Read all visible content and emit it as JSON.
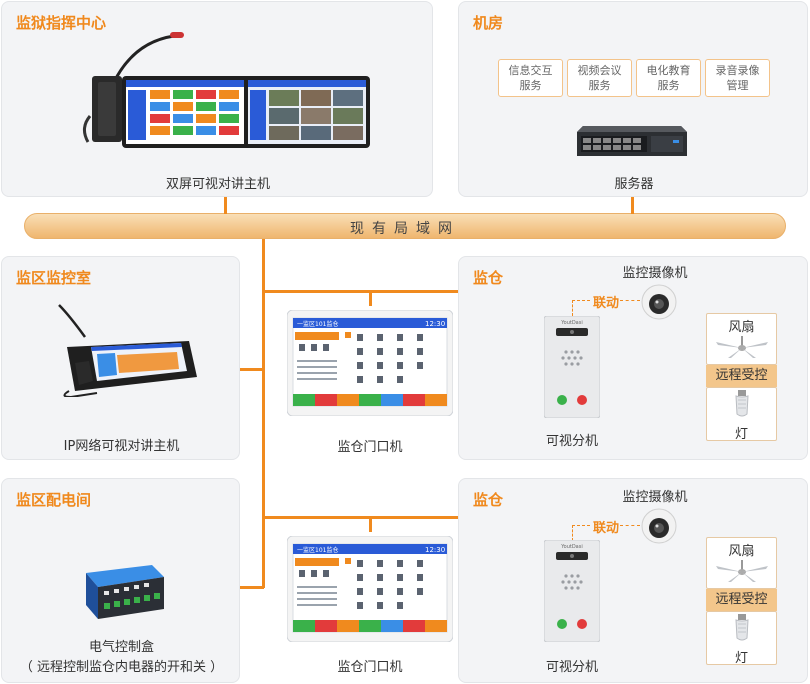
{
  "bus": {
    "label": "现有局域网"
  },
  "command_center": {
    "title": "监狱指挥中心",
    "device_caption": "双屏可视对讲主机"
  },
  "machine_room": {
    "title": "机房",
    "services": [
      {
        "line1": "信息交互",
        "line2": "服务"
      },
      {
        "line1": "视频会议",
        "line2": "服务"
      },
      {
        "line1": "电化教育",
        "line2": "服务"
      },
      {
        "line1": "录音录像",
        "line2": "管理"
      }
    ],
    "server_caption": "服务器"
  },
  "monitor_room": {
    "title": "监区监控室",
    "device_caption": "IP网络可视对讲主机"
  },
  "power_room": {
    "title": "监区配电间",
    "device_caption_line1": "电气控制盒",
    "device_caption_line2": "（ 远程控制监仓内电器的开和关 ）"
  },
  "door_terminal_caption": "监仓门口机",
  "door_screen": {
    "header": "一监区101监仓",
    "time": "12:30"
  },
  "cells": [
    {
      "title": "监仓",
      "camera_caption": "监控摄像机",
      "link_label": "联动",
      "intercom_caption": "可视分机",
      "fan_label": "风扇",
      "remote_label": "远程受控",
      "lamp_label": "灯"
    },
    {
      "title": "监仓",
      "camera_caption": "监控摄像机",
      "link_label": "联动",
      "intercom_caption": "可视分机",
      "fan_label": "风扇",
      "remote_label": "远程受控",
      "lamp_label": "灯"
    }
  ],
  "intercom_brand": "YoutDasi",
  "colors": {
    "accent": "#f08a1e",
    "panel_bg": "#f3f4f6",
    "bus": "#f3c68b"
  }
}
